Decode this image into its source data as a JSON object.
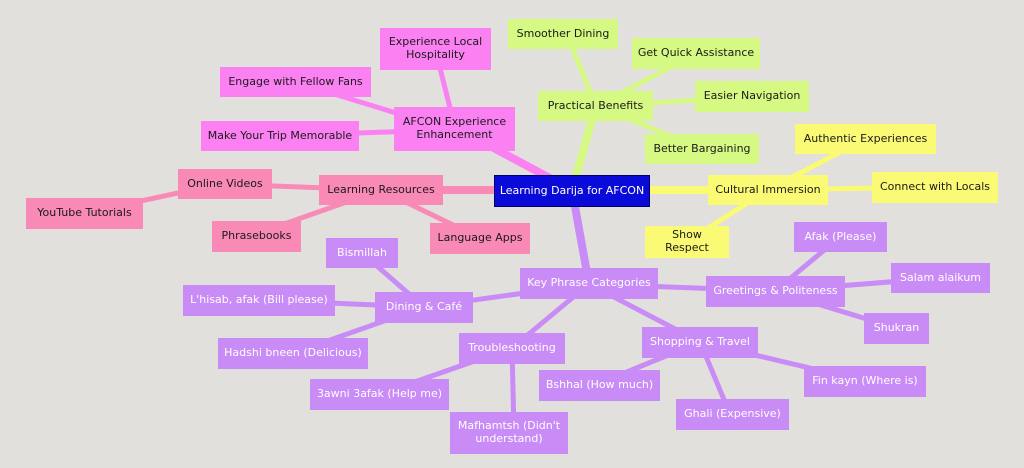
{
  "colors": {
    "background": "#e1e0dc",
    "root": "#0b0bd9",
    "experience_branch": "#fb80f2",
    "resources_branch": "#f98ab6",
    "benefits_branch": "#d6f983",
    "immersion_branch": "#fafa75",
    "phrases_branch": "#c98bf5"
  },
  "mindmap": {
    "root": "Learning Darija for AFCON",
    "experience": {
      "label": "AFCON Experience Enhancement",
      "items": [
        "Experience Local Hospitality",
        "Engage with Fellow Fans",
        "Make Your Trip Memorable"
      ]
    },
    "resources": {
      "label": "Learning Resources",
      "online_videos": "Online Videos",
      "youtube": "YouTube Tutorials",
      "phrasebooks": "Phrasebooks",
      "apps": "Language Apps"
    },
    "benefits": {
      "label": "Practical Benefits",
      "items": [
        "Smoother Dining",
        "Get Quick Assistance",
        "Easier Navigation",
        "Better Bargaining"
      ]
    },
    "immersion": {
      "label": "Cultural Immersion",
      "items": [
        "Authentic Experiences",
        "Connect with Locals",
        "Show Respect"
      ]
    },
    "phrases": {
      "label": "Key Phrase Categories",
      "dining": {
        "label": "Dining & Café",
        "items": [
          "Bismillah",
          "L'hisab, afak (Bill please)",
          "Hadshi bneen (Delicious)"
        ]
      },
      "greetings": {
        "label": "Greetings & Politeness",
        "items": [
          "Afak (Please)",
          "Salam alaikum",
          "Shukran"
        ]
      },
      "troubleshooting": {
        "label": "Troubleshooting",
        "items": [
          "3awni 3afak (Help me)",
          "Mafhamtsh (Didn't understand)"
        ]
      },
      "shopping": {
        "label": "Shopping & Travel",
        "items": [
          "Bshhal (How much)",
          "Ghali (Expensive)",
          "Fin kayn (Where is)"
        ]
      }
    }
  }
}
